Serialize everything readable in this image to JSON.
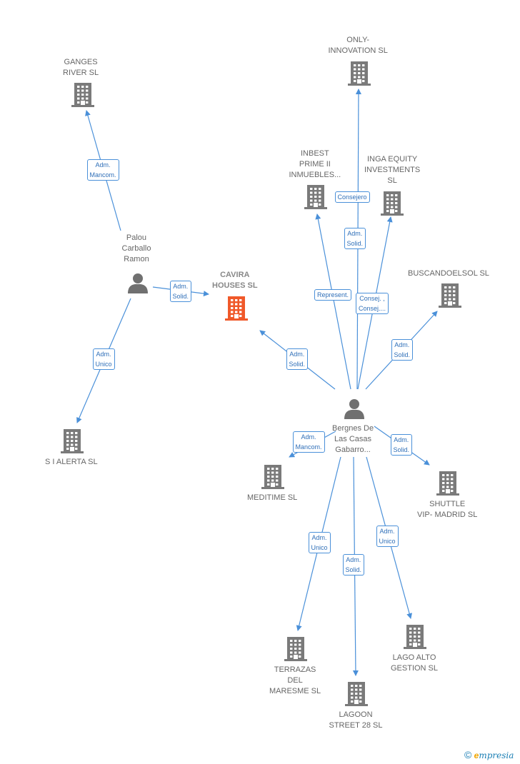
{
  "colors": {
    "edge": "#4a90d9",
    "building": "#7a7a7a",
    "main": "#f0592a",
    "person": "#707070"
  },
  "nodes": [
    {
      "id": "cavira",
      "type": "company",
      "main": true,
      "lines": [
        "CAVIRA",
        "HOUSES  SL"
      ]
    },
    {
      "id": "palou",
      "type": "person",
      "lines": [
        "Palou",
        "Carballo",
        "Ramon"
      ]
    },
    {
      "id": "bergnes",
      "type": "person",
      "lines": [
        "Bergnes De",
        "Las Casas",
        "Gabarro..."
      ]
    },
    {
      "id": "ganges",
      "type": "company",
      "lines": [
        "GANGES",
        "RIVER  SL"
      ]
    },
    {
      "id": "sialerta",
      "type": "company",
      "lines": [
        "S I ALERTA SL"
      ]
    },
    {
      "id": "only",
      "type": "company",
      "lines": [
        "ONLY-",
        "INNOVATION  SL"
      ]
    },
    {
      "id": "inbest",
      "type": "company",
      "lines": [
        "INBEST",
        "PRIME II",
        "INMUEBLES..."
      ]
    },
    {
      "id": "inga",
      "type": "company",
      "lines": [
        "INGA EQUITY",
        "INVESTMENTS",
        "SL"
      ]
    },
    {
      "id": "buscando",
      "type": "company",
      "lines": [
        "BUSCANDOELSOL SL"
      ]
    },
    {
      "id": "meditime",
      "type": "company",
      "lines": [
        "MEDITIME SL"
      ]
    },
    {
      "id": "shuttle",
      "type": "company",
      "lines": [
        "SHUTTLE",
        "VIP- MADRID SL"
      ]
    },
    {
      "id": "terrazas",
      "type": "company",
      "lines": [
        "TERRAZAS",
        "DEL",
        "MARESME  SL"
      ]
    },
    {
      "id": "lagoon",
      "type": "company",
      "lines": [
        "LAGOON",
        "STREET 28  SL"
      ]
    },
    {
      "id": "lagoalto",
      "type": "company",
      "lines": [
        "LAGO ALTO",
        "GESTION  SL"
      ]
    }
  ],
  "edges": [
    {
      "id": "e1",
      "from": "palou",
      "to": "ganges",
      "label": [
        "Adm.",
        "Mancom."
      ]
    },
    {
      "id": "e2",
      "from": "palou",
      "to": "cavira",
      "label": [
        "Adm.",
        "Solid."
      ]
    },
    {
      "id": "e3",
      "from": "palou",
      "to": "sialerta",
      "label": [
        "Adm.",
        "Unico"
      ]
    },
    {
      "id": "e4",
      "from": "bergnes",
      "to": "cavira",
      "label": [
        "Adm.",
        "Solid."
      ]
    },
    {
      "id": "e5",
      "from": "bergnes",
      "to": "only",
      "label": [
        "Adm.",
        "Solid."
      ]
    },
    {
      "id": "e6",
      "from": "bergnes",
      "to": "inbest",
      "label": [
        "Represent."
      ]
    },
    {
      "id": "e7",
      "from": "bergnes",
      "to": "inga",
      "label": [
        "Consejero"
      ]
    },
    {
      "id": "e8",
      "from": "bergnes",
      "to": "inga",
      "label": [
        "Consej. ,",
        "Consej...."
      ]
    },
    {
      "id": "e9",
      "from": "bergnes",
      "to": "buscando",
      "label": [
        "Adm.",
        "Solid."
      ]
    },
    {
      "id": "e10",
      "from": "bergnes",
      "to": "meditime",
      "label": [
        "Adm.",
        "Mancom."
      ]
    },
    {
      "id": "e11",
      "from": "bergnes",
      "to": "shuttle",
      "label": [
        "Adm.",
        "Solid."
      ]
    },
    {
      "id": "e12",
      "from": "bergnes",
      "to": "terrazas",
      "label": [
        "Adm.",
        "Unico"
      ]
    },
    {
      "id": "e13",
      "from": "bergnes",
      "to": "lagoon",
      "label": [
        "Adm.",
        "Solid."
      ]
    },
    {
      "id": "e14",
      "from": "bergnes",
      "to": "lagoalto",
      "label": [
        "Adm.",
        "Unico"
      ]
    }
  ],
  "brand": {
    "copyright": "©",
    "e": "e",
    "rest": "mpresia"
  }
}
